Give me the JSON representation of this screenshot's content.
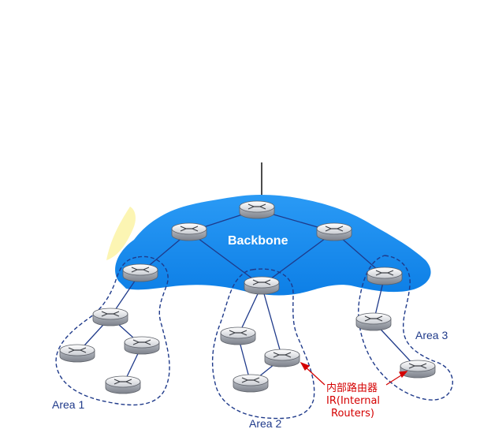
{
  "backbone": {
    "label": "Backbone"
  },
  "areas": [
    {
      "label": "Area 1"
    },
    {
      "label": "Area 2"
    },
    {
      "label": "Area 3"
    }
  ],
  "annotation": {
    "lines": [
      "内部路由器",
      "IR(Internal",
      "Routers)"
    ],
    "color": "#d40000"
  },
  "colors": {
    "backbone_fill": "#1a8ef0",
    "area_outline": "#1f3a8a",
    "link": "#1f3a8a"
  }
}
